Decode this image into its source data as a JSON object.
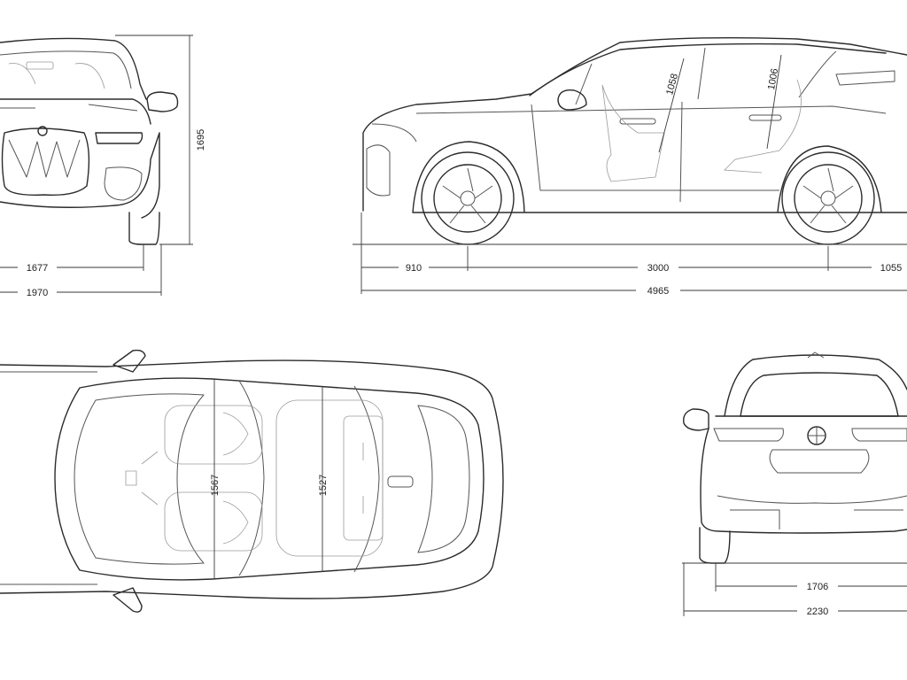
{
  "front_view": {
    "height": "1695",
    "track": "1677",
    "width": "1970"
  },
  "side_view": {
    "front_overhang": "910",
    "wheelbase": "3000",
    "rear_overhang": "1055",
    "length": "4965",
    "front_headroom": "1058",
    "rear_headroom": "1006"
  },
  "top_view": {
    "front_shoulder": "1567",
    "rear_shoulder": "1527"
  },
  "rear_view": {
    "track": "1706",
    "width": "2230"
  }
}
